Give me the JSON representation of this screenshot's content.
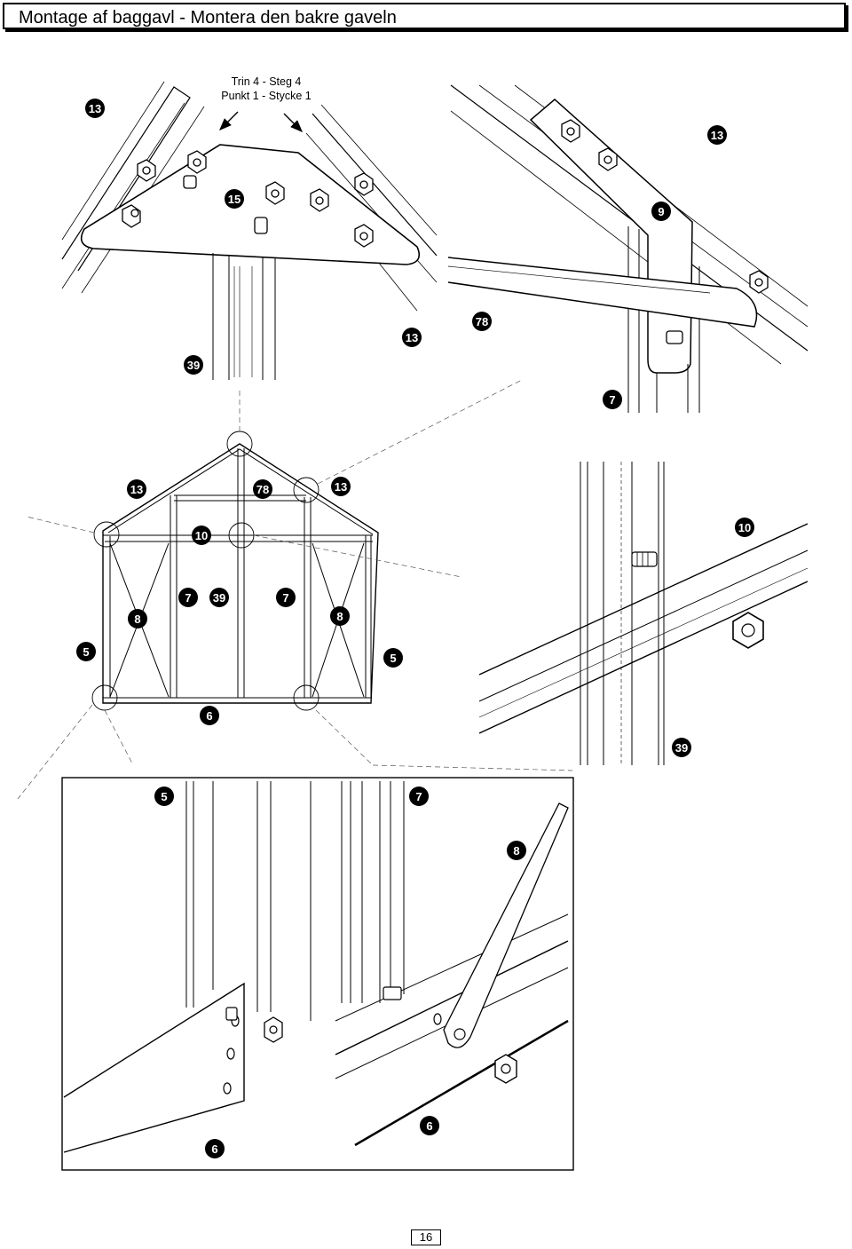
{
  "header": {
    "title": "Montage af baggavl - Montera den bakre gaveln"
  },
  "step_label": {
    "line1": "Trin 4 - Steg 4",
    "line2": "Punkt 1 - Stycke 1"
  },
  "callouts": {
    "tl_13": "13",
    "tl_15": "15",
    "tl_39": "39",
    "tl_13b": "13",
    "tr_13": "13",
    "tr_9": "9",
    "tr_78": "78",
    "tr_7": "7",
    "m_13a": "13",
    "m_78": "78",
    "m_13b": "13",
    "m_10": "10",
    "m_7a": "7",
    "m_39": "39",
    "m_7b": "7",
    "m_8a": "8",
    "m_8b": "8",
    "m_5a": "5",
    "m_5b": "5",
    "m_6": "6",
    "mr_10": "10",
    "mr_39": "39",
    "b_5": "5",
    "b_7": "7",
    "b_8": "8",
    "b_6a": "6",
    "b_6b": "6"
  },
  "footer": {
    "page_number": "16"
  }
}
